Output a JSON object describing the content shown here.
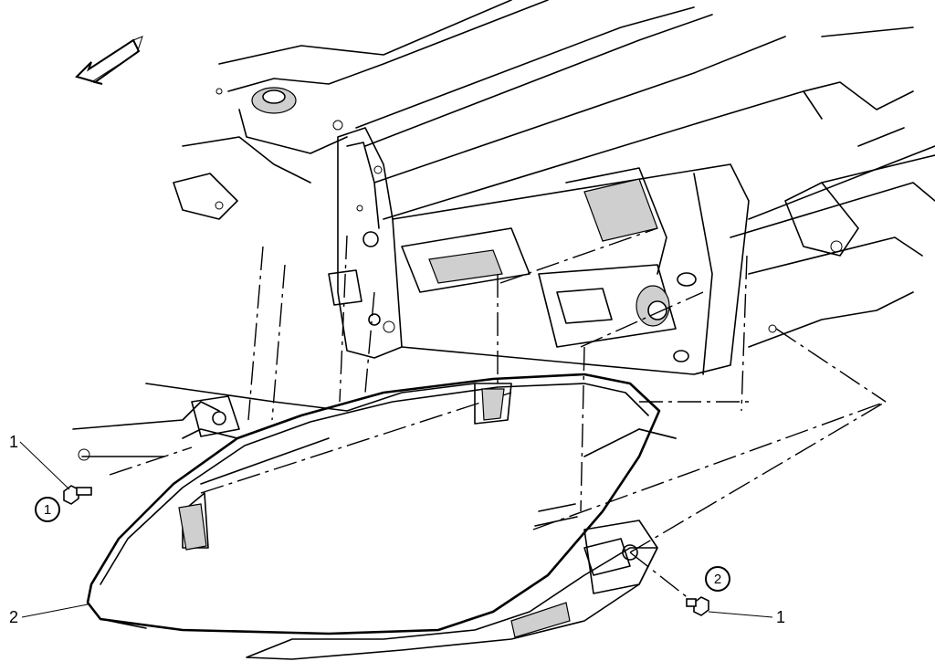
{
  "callouts": [
    {
      "id": "c1-left",
      "text": "1"
    },
    {
      "id": "c2-left",
      "text": "2"
    },
    {
      "id": "c1-right",
      "text": "1"
    }
  ],
  "circled_steps": [
    {
      "id": "step1",
      "text": "1"
    },
    {
      "id": "step2",
      "text": "2"
    }
  ],
  "icons": {
    "direction": "front-direction-arrow-icon",
    "bolt": "bolt-icon"
  }
}
